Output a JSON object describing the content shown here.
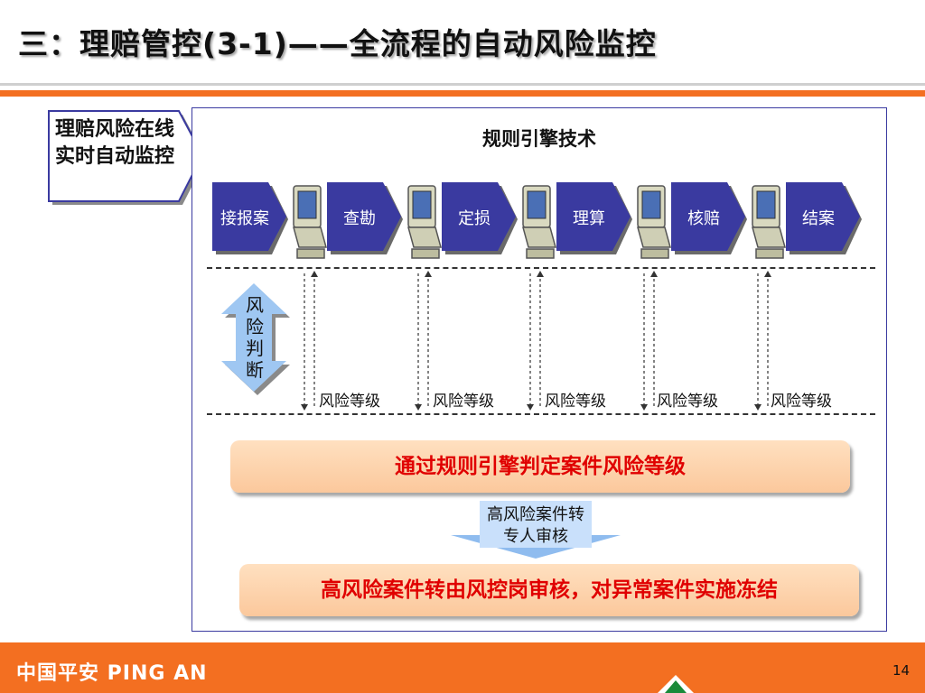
{
  "slide": {
    "title": "三：理赔管控(3-1)——全流程的自动风险监控",
    "page_number": "14"
  },
  "side_label": {
    "text": "理赔风险在线实时自动监控"
  },
  "panel": {
    "engine_title": "规则引擎技术",
    "stages": [
      {
        "label": "接报案"
      },
      {
        "label": "查勘"
      },
      {
        "label": "定损"
      },
      {
        "label": "理算"
      },
      {
        "label": "核赔"
      },
      {
        "label": "结案"
      }
    ],
    "risk_badge": "风险判断",
    "risk_levels": [
      "风险等级",
      "风险等级",
      "风险等级",
      "风险等级",
      "风险等级"
    ],
    "engine_bar": "通过规则引擎判定案件风险等级",
    "high_risk_arrow": "高风险案件转专人审核",
    "final_bar": "高风险案件转由风控岗审核，对异常案件实施冻结"
  },
  "footer": {
    "logo": "中国平安 PING AN"
  },
  "colors": {
    "accent_orange": "#f36f21",
    "stage_blue": "#3a3aa0",
    "alert_red": "#e00000",
    "bar_peach": "#fbc89c"
  }
}
